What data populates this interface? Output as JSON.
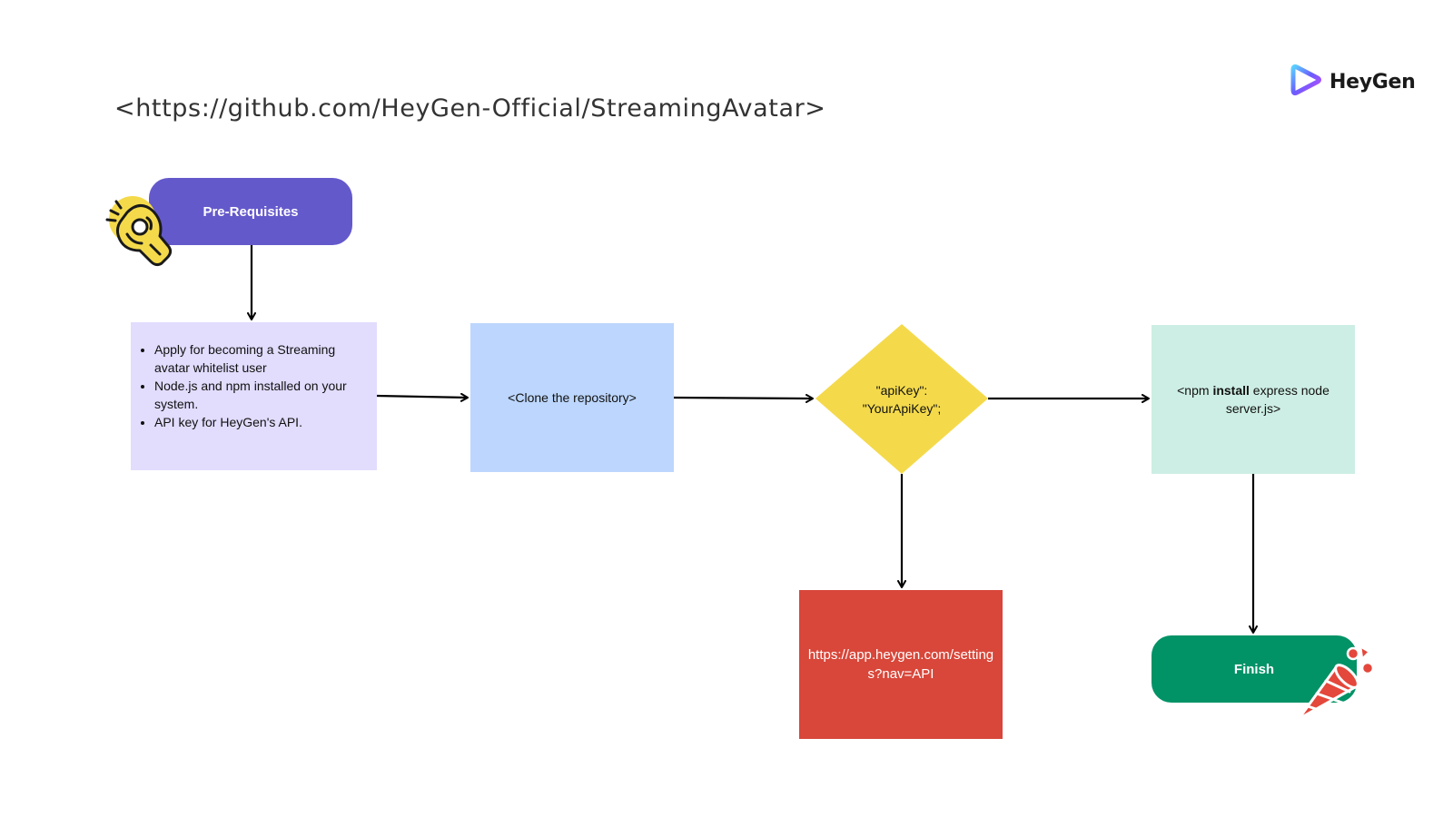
{
  "header": {
    "url_text": "<https://github.com/HeyGen-Official/StreamingAvatar>"
  },
  "logo": {
    "text": "HeyGen",
    "icon": "heygen-play-logo"
  },
  "nodes": {
    "prereq_title": "Pre-Requisites",
    "prereq_items": [
      "Apply for becoming a Streaming avatar whitelist user",
      "Node.js and npm installed on your system.",
      "API key for HeyGen's API."
    ],
    "clone": "<Clone the repository>",
    "decision": "\"apiKey\":\n\"YourApiKey\";",
    "npm": {
      "prefix": "<npm ",
      "bold": "install",
      "suffix": " express node server.js>"
    },
    "api_url": "https://app.heygen.com/settings?nav=API",
    "finish": "Finish"
  },
  "decorations": {
    "ok_hand_icon": "ok-hand-icon",
    "party_popper_icon": "party-popper-icon"
  },
  "colors": {
    "prereq_pill": "#6459cb",
    "prereq_box": "#e2dcfd",
    "clone_box": "#bcd6fd",
    "decision": "#f4da4b",
    "npm_box": "#cdeee4",
    "api_box": "#d8473a",
    "finish_pill": "#019266",
    "sticker_yellow": "#f4da4b",
    "sticker_red": "#e4473b"
  }
}
